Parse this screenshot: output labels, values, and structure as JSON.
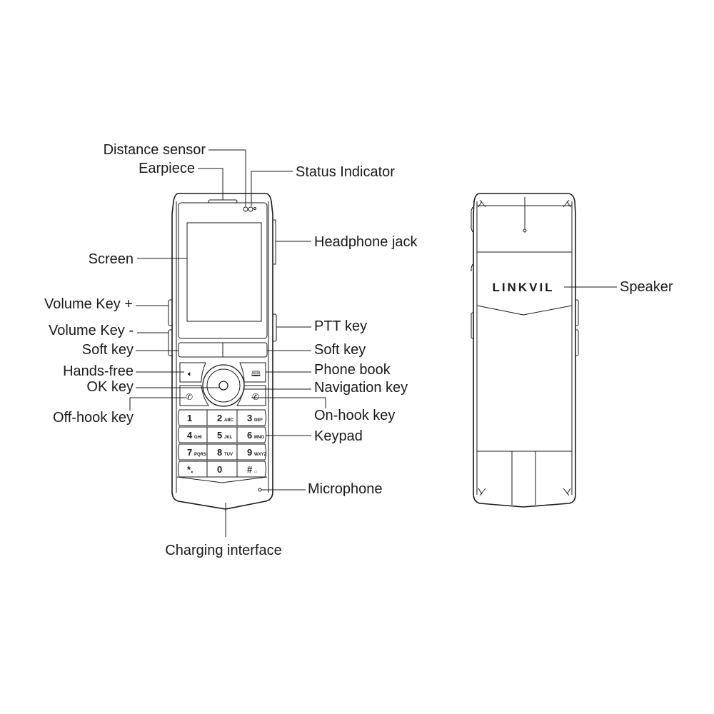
{
  "front_labels": {
    "distance_sensor": "Distance sensor",
    "earpiece": "Earpiece",
    "status_indicator": "Status Indicator",
    "headphone_jack": "Headphone jack",
    "screen": "Screen",
    "volume_up": "Volume Key +",
    "volume_down": "Volume Key -",
    "soft_key_left": "Soft key",
    "ptt_key": "PTT key",
    "soft_key_right": "Soft key",
    "hands_free": "Hands-free",
    "phone_book": "Phone book",
    "ok_key": "OK key",
    "navigation_key": "Navigation key",
    "off_hook_key": "Off-hook key",
    "on_hook_key": "On-hook key",
    "keypad": "Keypad",
    "microphone": "Microphone",
    "charging_interface": "Charging interface"
  },
  "back_labels": {
    "speaker": "Speaker",
    "brand": "LINKVIL"
  },
  "keypad": [
    {
      "main": "1",
      "sub": ""
    },
    {
      "main": "2",
      "sub": "ABC"
    },
    {
      "main": "3",
      "sub": "DEF"
    },
    {
      "main": "4",
      "sub": "GHI"
    },
    {
      "main": "5",
      "sub": "JKL"
    },
    {
      "main": "6",
      "sub": "MNO"
    },
    {
      "main": "7",
      "sub": "PQRS"
    },
    {
      "main": "8",
      "sub": "TUV"
    },
    {
      "main": "9",
      "sub": "WXYZ"
    },
    {
      "main": "*.",
      "sub": ""
    },
    {
      "main": "0",
      "sub": ""
    },
    {
      "main": "#",
      "sub": "⌂"
    }
  ],
  "colors": {
    "line": "#1a1a1a",
    "background": "#ffffff"
  }
}
